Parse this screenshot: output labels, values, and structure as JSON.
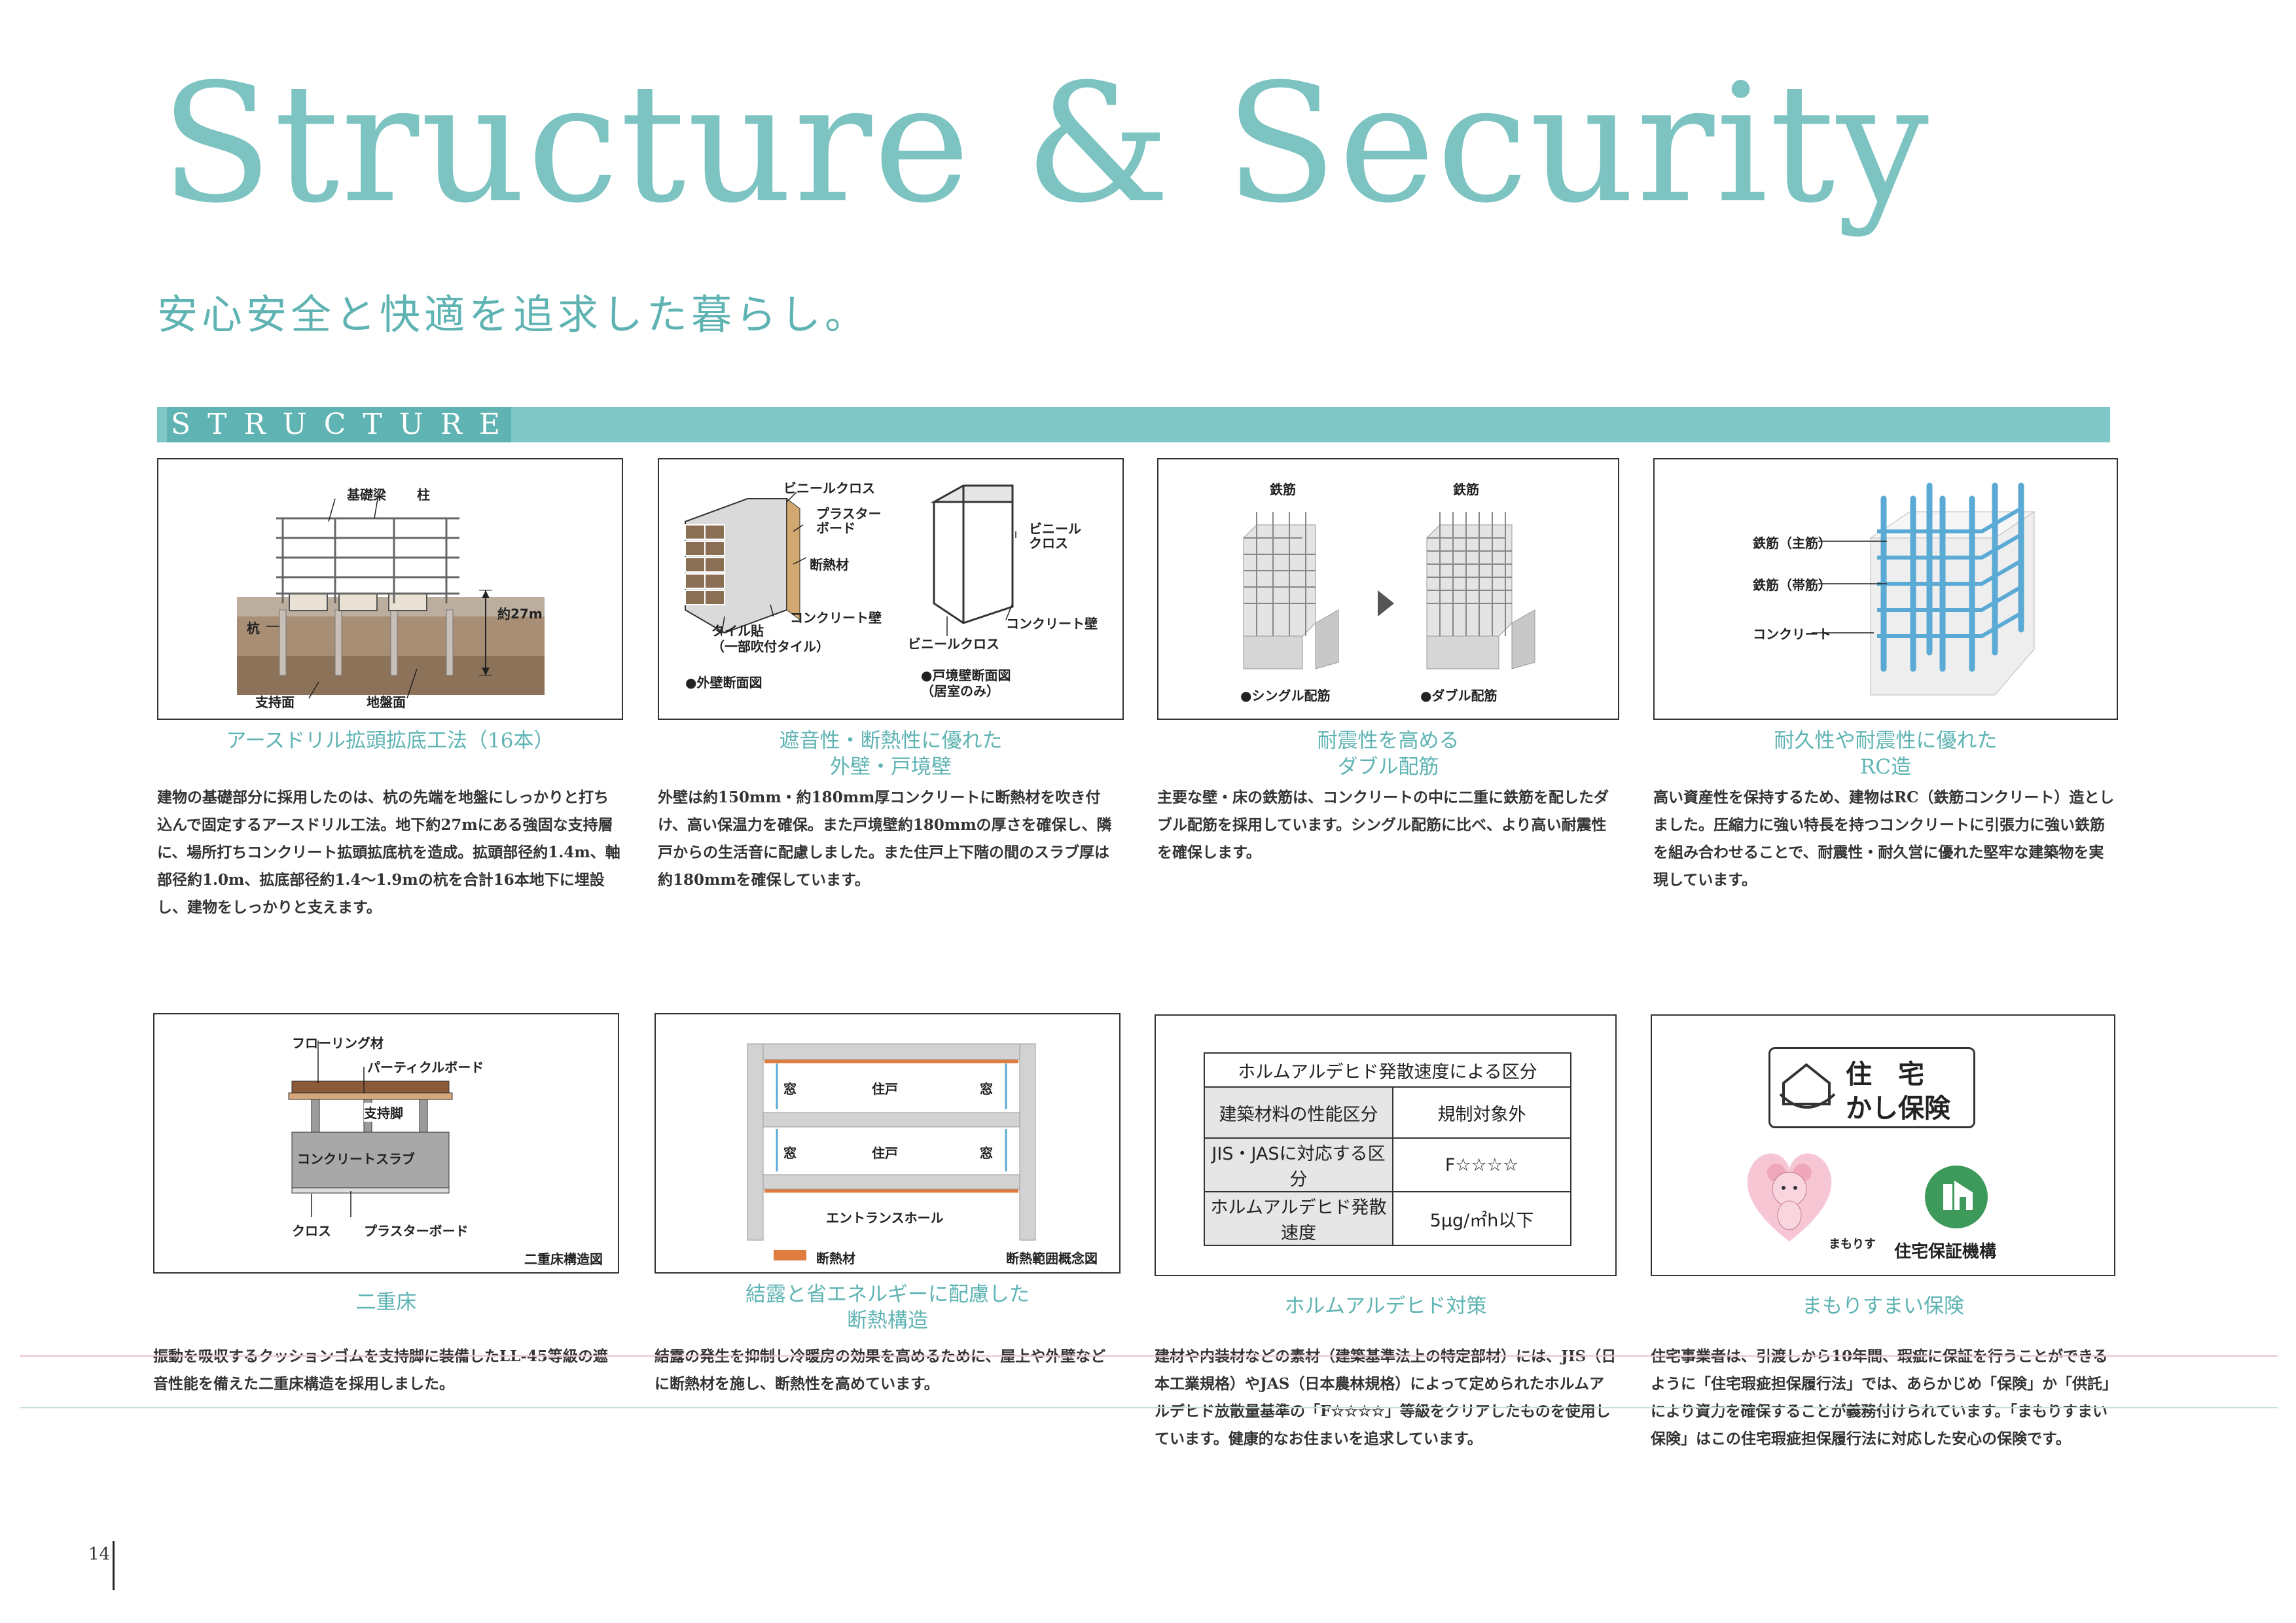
{
  "title": "Structure & Security",
  "subtitle": "安心安全と快適を追求した暮らし。",
  "section_label": "STRUCTURE",
  "page_number": "14",
  "colors": {
    "accent": "#7cc3c2",
    "accent_dark": "#5fb3b3",
    "insulation": "#e07c3e"
  },
  "cards": [
    {
      "heading": "アースドリル拡頭拡底工法（16本）",
      "body": "建物の基礎部分に採用したのは、杭の先端を地盤にしっかりと打ち込んで固定するアースドリル工法。地下約27mにある強固な支持層に、場所打ちコンクリート拡頭拡底杭を造成。拡頭部径約1.4m、軸部径約1.0m、拡底部径約1.4〜1.9mの杭を合計16本地下に埋設し、建物をしっかりと支えます。",
      "labels": {
        "beam": "基礎梁",
        "column": "柱",
        "pile": "杭",
        "depth": "約27m",
        "support": "支持面",
        "ground": "地盤面"
      }
    },
    {
      "heading": "遮音性・断熱性に優れた\n外壁・戸境壁",
      "body": "外壁は約150mm・約180mm厚コンクリートに断熱材を吹き付け、高い保温力を確保。また戸境壁約180mmの厚さを確保し、隣戸からの生活音に配慮しました。また住戸上下階の間のスラブ厚は約180mmを確保しています。",
      "labels": {
        "vinyl_cross": "ビニールクロス",
        "plaster": "プラスター\nボード",
        "insulation": "断熱材",
        "concrete_wall": "コンクリート壁",
        "tile": "タイル貼\n（一部吹付タイル）",
        "caption_left": "●外壁断面図",
        "vinyl_cross2": "ビニール\nクロス",
        "concrete_wall2": "コンクリート壁",
        "vinyl_cross3": "ビニールクロス",
        "caption_right": "●戸境壁断面図\n（居室のみ）"
      }
    },
    {
      "heading": "耐震性を高める\nダブル配筋",
      "body": "主要な壁・床の鉄筋は、コンクリートの中に二重に鉄筋を配したダブル配筋を採用しています。シングル配筋に比べ、より高い耐震性を確保します。",
      "labels": {
        "rebar": "鉄筋",
        "single": "●シングル配筋",
        "double": "●ダブル配筋"
      }
    },
    {
      "heading": "耐久性や耐震性に優れた\nRC造",
      "body": "高い資産性を保持するため、建物はRC（鉄筋コンクリート）造としました。圧縮力に強い特長を持つコンクリートに引張力に強い鉄筋を組み合わせることで、耐震性・耐久営に優れた堅牢な建築物を実現しています。",
      "labels": {
        "main_rebar": "鉄筋（主筋）",
        "hoop": "鉄筋（帯筋）",
        "concrete": "コンクリート"
      }
    },
    {
      "heading": "二重床",
      "body": "振動を吸収するクッションゴムを支持脚に装備したLL-45等級の遮音性能を備えた二重床構造を採用しました。",
      "labels": {
        "flooring": "フローリング材",
        "particle": "パーティクルボード",
        "leg": "支持脚",
        "slab": "コンクリートスラブ",
        "cross": "クロス",
        "plaster": "プラスターボード",
        "caption": "二重床構造図"
      }
    },
    {
      "heading": "結露と省エネルギーに配慮した\n断熱構造",
      "body": "結露の発生を抑制し冷暖房の効果を高めるために、屋上や外壁などに断熱材を施し、断熱性を高めています。",
      "labels": {
        "window": "窓",
        "unit": "住戸",
        "hall": "エントランスホール",
        "legend": "断熱材",
        "caption": "断熱範囲概念図"
      }
    },
    {
      "heading": "ホルムアルデヒド対策",
      "body": "建材や内装材などの素材（建築基準法上の特定部材）には、JIS（日本工業規格）やJAS（日本農林規格）によって定められたホルムアルデヒド放散量基準の「F☆☆☆☆」等級をクリアしたものを使用しています。健康的なお住まいを追求しています。",
      "table": {
        "title": "ホルムアルデヒド発散速度による区分",
        "rows": [
          {
            "label": "建築材料の性能区分",
            "value": "規制対象外"
          },
          {
            "label": "JIS・JASに対応する区分",
            "value": "F☆☆☆☆"
          },
          {
            "label": "ホルムアルデヒド発散速度",
            "value": "5μg/㎡h以下"
          }
        ]
      }
    },
    {
      "heading": "まもりすまい保険",
      "body": "住宅事業者は、引渡しから10年間、瑕疵に保証を行うことができるように「住宅瑕疵担保履行法」では、あらかじめ「保険」か「供託」により資力を確保することが義務付けられています。「まもりすまい保険」はこの住宅瑕疵担保履行法に対応した安心の保険です。",
      "labels": {
        "logo_line1": "住　宅",
        "logo_line2": "かし保険",
        "mascot": "まもりす",
        "org": "住宅保証機構"
      }
    }
  ]
}
